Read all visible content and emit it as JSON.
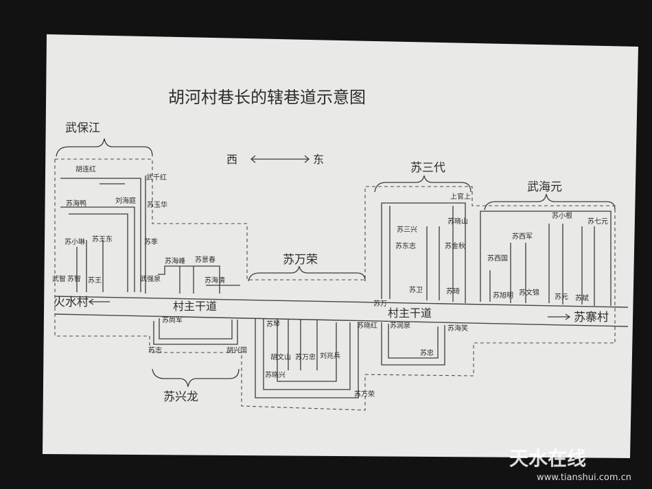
{
  "title": "胡河村巷长的辖巷道示意图",
  "direction": {
    "west": "西",
    "east": "东"
  },
  "road_labels": {
    "road_left": "村主干道",
    "road_right": "村主干道"
  },
  "groups": {
    "wu_baojiang": "武保江",
    "su_wanrong_mid": "苏万荣",
    "su_sanqi": "苏三代",
    "wu_haiyuan": "武海元",
    "su_xinglong": "苏兴龙"
  },
  "exits": {
    "west": "火水村",
    "east": "苏寨村"
  },
  "names": {
    "hu_lianhong": "胡连红",
    "wu_qianhong": "武千红",
    "su_haiyi": "苏海鸭",
    "liu_haiting": "刘海庭",
    "su_yuhua": "苏玉华",
    "su_xiaomei": "苏小琳",
    "su_wangdong": "苏王东",
    "wu_left1": "武智",
    "su_left2": "苏智",
    "su_left3": "苏王",
    "wu_jin": "武强泉",
    "su_haifeng": "苏海峰",
    "su_jingchun": "苏景春",
    "su_haiqing": "苏海清",
    "su_shangjun": "苏尚军",
    "su_zhiqiang": "苏志",
    "hu_xingguo": "胡兴国",
    "su_jin2": "苏琴",
    "su_wanzhong": "苏万忠",
    "hu_wenshan": "胡文山",
    "su_xiaohong": "苏晓红",
    "liu_zhaobing": "刘兆兵",
    "su_xiaoxing": "苏晓兴",
    "su_wanrong_low": "苏万荣",
    "shang_wangshang": "上官上",
    "su_sanxing": "苏三兴",
    "su_xiaoshan": "苏晓山",
    "su_dongzhi": "苏东志",
    "su_jinqiu": "苏金秋",
    "su_wei": "苏卫",
    "su_qi": "苏琦",
    "su_zhong": "苏忠",
    "su_yongquan": "苏润泉",
    "su_haixiao": "苏海笑",
    "su_xiaogen": "苏小根",
    "su_qiyuan": "苏七元",
    "su_xijun": "苏西军",
    "su_xiguo": "苏西国",
    "su_xuming": "苏旭明",
    "su_wenjin": "苏文锦",
    "su_yuan": "苏元",
    "su_bin": "苏斌",
    "su_ji": "苏季",
    "su_wan": "苏万"
  },
  "watermark": {
    "logo": "天水在线",
    "url": "www.tianshui.com.cn"
  }
}
